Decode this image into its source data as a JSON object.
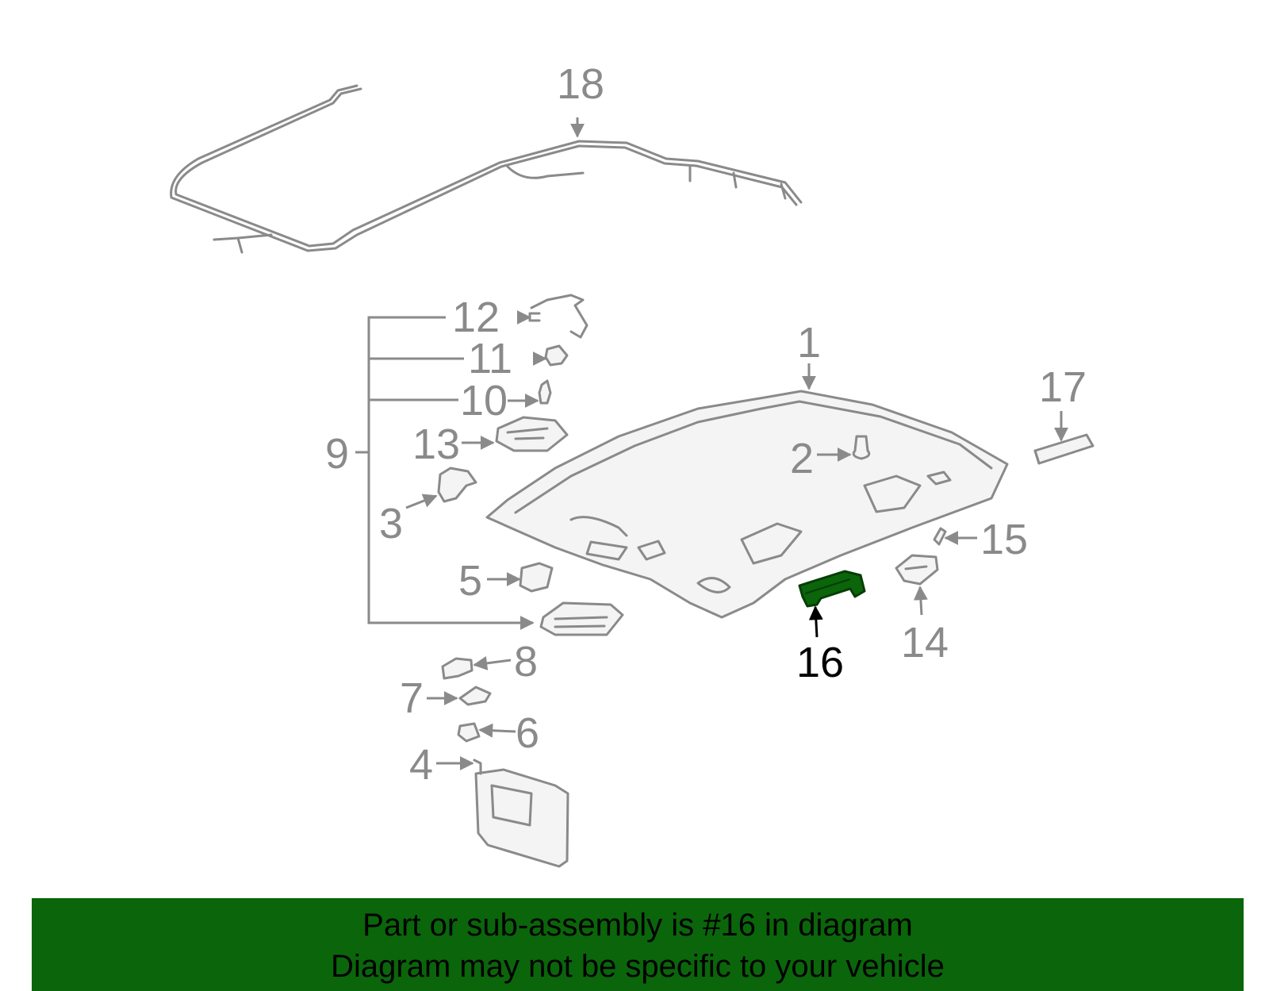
{
  "colors": {
    "part_gray": "#8a8a8a",
    "highlight": "#0b650b",
    "banner": "#0b650b",
    "text_dark": "#000000"
  },
  "callouts": {
    "c1": "1",
    "c2": "2",
    "c3": "3",
    "c4": "4",
    "c5": "5",
    "c6": "6",
    "c7": "7",
    "c8": "8",
    "c9": "9",
    "c10": "10",
    "c11": "11",
    "c12": "12",
    "c13": "13",
    "c14": "14",
    "c15": "15",
    "c16": "16",
    "c17": "17",
    "c18": "18"
  },
  "highlighted_part": "16",
  "banner": {
    "line1": "Part or sub-assembly is #16 in diagram",
    "line2": "Diagram may not be specific to your vehicle"
  }
}
